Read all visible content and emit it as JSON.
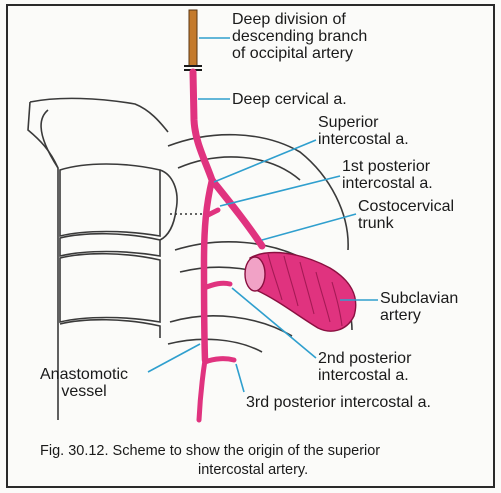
{
  "labels": {
    "deep_division": [
      "Deep division of",
      "descending branch",
      "of occipital artery"
    ],
    "deep_cervical": "Deep cervical a.",
    "superior_intercostal": [
      "Superior",
      "intercostal a."
    ],
    "first_posterior": [
      "1st posterior",
      "intercostal a."
    ],
    "costocervical": [
      "Costocervical",
      "trunk"
    ],
    "subclavian": [
      "Subclavian",
      "artery"
    ],
    "second_posterior": [
      "2nd posterior",
      "intercostal a."
    ],
    "anastomotic": [
      "Anastomotic",
      "vessel"
    ],
    "third_posterior": "3rd posterior intercostal a."
  },
  "caption": {
    "line1": "Fig. 30.12. Scheme to show the origin of the superior",
    "line2": "intercostal artery."
  },
  "colors": {
    "artery": "#e0337f",
    "artery_dark": "#b3195e",
    "leader": "#2f9fce",
    "bone_outline": "#3a3a3a",
    "occipital_branch": "#c47a2c"
  }
}
